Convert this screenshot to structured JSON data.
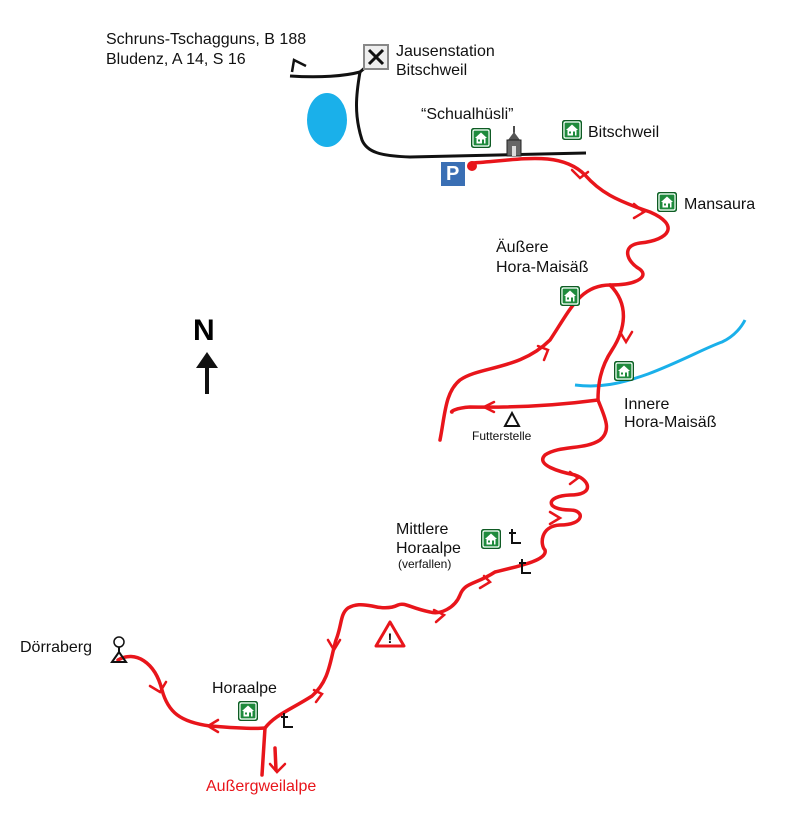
{
  "labels": {
    "schruns": "Schruns-Tschagguns, B 188",
    "bludenz": "Bludenz, A 14, S 16",
    "jausen1": "Jausenstation",
    "jausen2": "Bitschweil",
    "schualhuesli": "“Schualhüsli”",
    "bitschweil": "Bitschweil",
    "mansaura": "Mansaura",
    "aeussere1": "Äußere",
    "aeussere2": "Hora-Maisäß",
    "innere1": "Innere",
    "innere2": "Hora-Maisäß",
    "futterstelle": "Futterstelle",
    "mittlere1": "Mittlere",
    "mittlere2": "Horaalpe",
    "verfallen": "(verfallen)",
    "doerraberg": "Dörraberg",
    "horaalpe": "Horaalpe",
    "aussergweil": "Außergweilalpe",
    "north": "N",
    "parking": "P",
    "warning": "!"
  },
  "colors": {
    "route": "#e8151b",
    "road": "#111111",
    "lake": "#1ab0ea",
    "stream": "#1ab0ea",
    "hut_green": "#1e8a3c",
    "parking_blue": "#3a6fb4",
    "warning_red": "#e8151b"
  },
  "icons": {
    "hut": "mountain-hut-icon",
    "restaurant": "restaurant-cutlery-icon",
    "chapel": "chapel-icon",
    "parking": "parking-icon",
    "cross": "wayside-cross-icon",
    "summit": "summit-cross-icon",
    "feeding": "feeding-station-triangle-icon",
    "warning": "danger-warning-icon",
    "north": "north-arrow-icon"
  }
}
